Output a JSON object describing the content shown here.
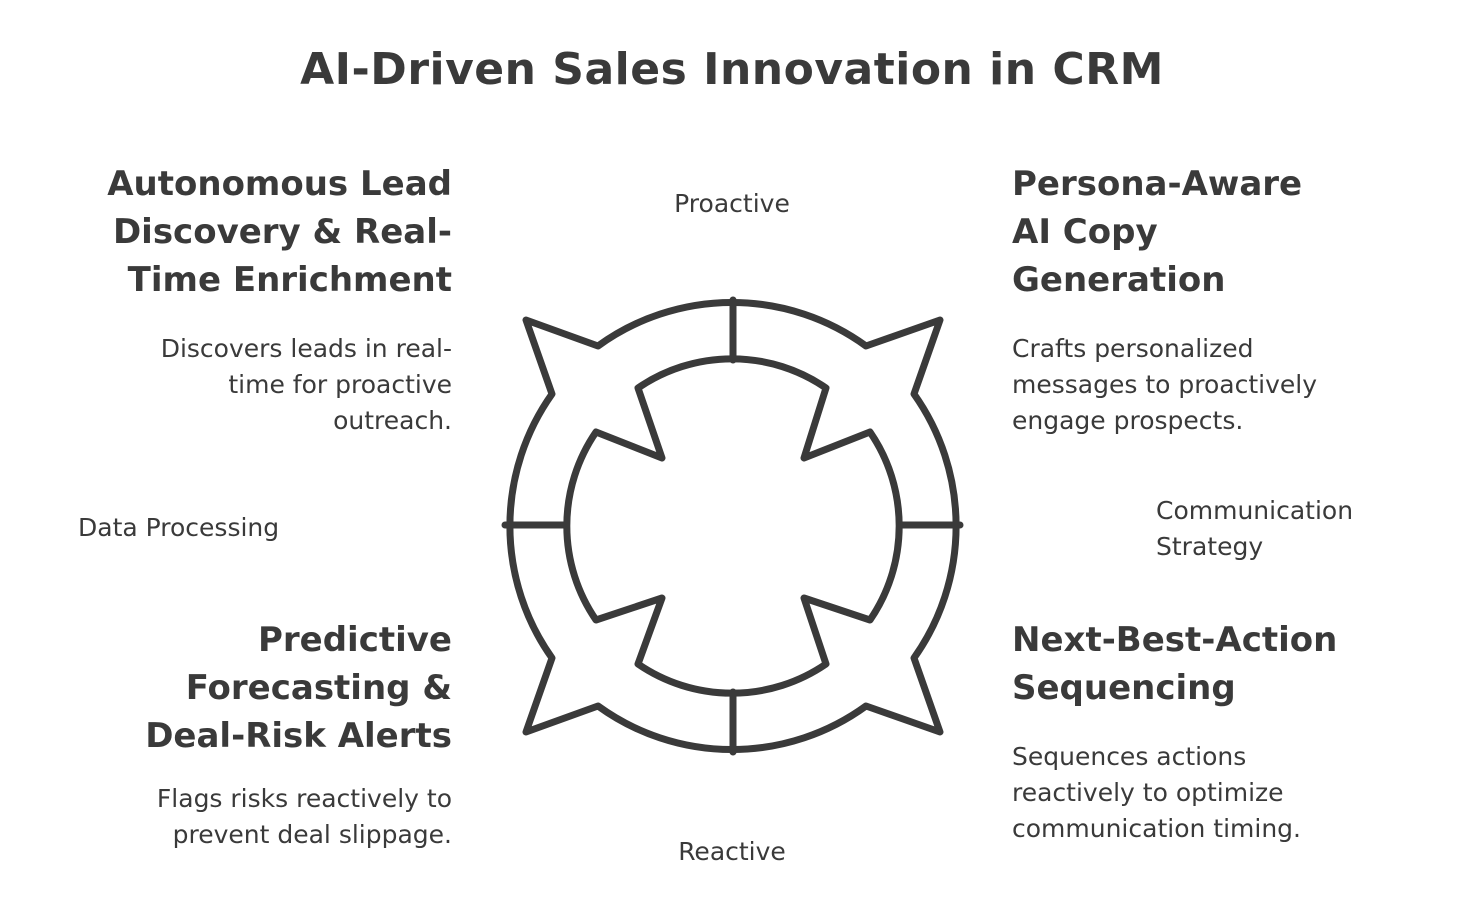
{
  "title": "AI-Driven Sales Innovation in CRM",
  "quadrants": {
    "top_left": {
      "heading": "Autonomous Lead\nDiscovery & Real-\nTime Enrichment",
      "description": "Discovers leads in real-\ntime for proactive\noutreach."
    },
    "top_right": {
      "heading": "Persona-Aware\nAI Copy\nGeneration",
      "description": "Crafts personalized\nmessages to proactively\nengage prospects."
    },
    "bottom_left": {
      "heading": "Predictive\nForecasting &\nDeal-Risk Alerts",
      "description": "Flags risks reactively to\nprevent deal slippage."
    },
    "bottom_right": {
      "heading": "Next-Best-Action\nSequencing",
      "description": "Sequences actions\nreactively to optimize\ncommunication timing."
    }
  },
  "axes": {
    "top": "Proactive",
    "bottom": "Reactive",
    "left": "Data Processing",
    "right": "Communication\nStrategy"
  },
  "colors": {
    "ink": "#3a3a3a",
    "background": "#ffffff"
  }
}
